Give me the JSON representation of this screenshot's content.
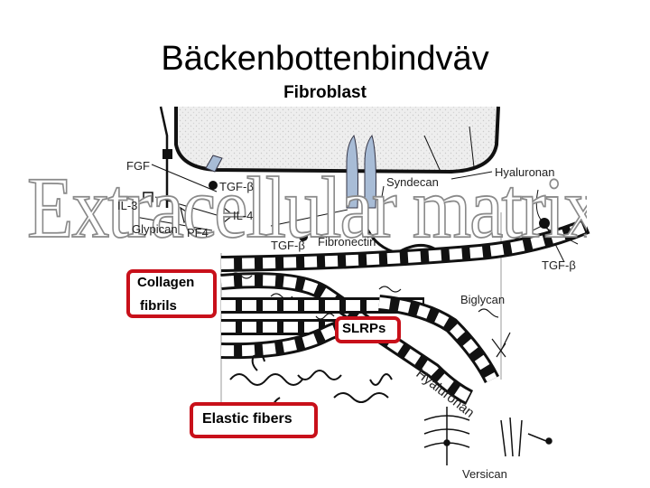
{
  "title": "Bäckenbottenbindväv",
  "subtitle": "Fibroblast",
  "watermark": "Extracellular matrix",
  "labels": {
    "fgf": "FGF",
    "tgf_beta_1": "TGF-β",
    "il3": "IL-3",
    "il4": "IL-4",
    "glypican": "Glypican",
    "pf4": "PF4",
    "tgf_beta_2": "TGF-β",
    "fibronectin": "Fibronectin",
    "syndecan": "Syndecan",
    "hyaluronan_top": "Hyaluronan",
    "tgf_beta_3": "TGF-β",
    "biglycan": "Biglycan",
    "hyaluronan_band": "Hyaluronan",
    "versican": "Versican"
  },
  "boxes": {
    "collagen_line1": "Collagen",
    "collagen_line2": "fibrils",
    "slrps": "SLRPs",
    "elastic": "Elastic fibers"
  },
  "colors": {
    "highlight": "#c8101a",
    "cell": "#ececec",
    "receptor": "#a8bcd6"
  }
}
